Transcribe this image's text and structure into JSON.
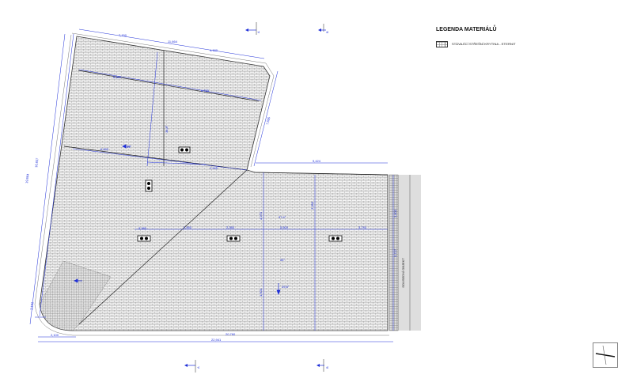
{
  "legend": {
    "title": "LEGENDA MATERIÁLŮ",
    "items": [
      {
        "label": "STÁVAJÍCÍ STŘEŠNÍ KRYTINA - ETERNIT"
      }
    ]
  },
  "section_marks": [
    {
      "label": "A",
      "icon": "section-arrow-icon"
    },
    {
      "label": "A",
      "icon": "section-arrow-icon"
    },
    {
      "label": "B",
      "icon": "section-arrow-icon"
    },
    {
      "label": "B",
      "icon": "section-arrow-icon"
    }
  ],
  "neighbor_label": "SOUSEDNÍ OBJEKT",
  "dimensions": {
    "top_left": "7,150",
    "top_total": "11,664",
    "top_right": "4,180",
    "right_wing_top": "9,424",
    "bottom_left": "2,100",
    "bottom_total": "22,941",
    "bottom_right": "20,760",
    "left_total": "19,664",
    "left_inner": "16,837",
    "left_bottom": "2,152",
    "right_side": "7,655",
    "neighbor_top": "3,800",
    "neighbor_bottom": "5,727",
    "inner_1": "8,580",
    "inner_2": "6,785",
    "inner_3": "6,890",
    "inner_4": "2,945",
    "inner_5": "3,380",
    "inner_6": "2,850",
    "inner_7": "2,380",
    "inner_8": "5,500",
    "inner_9": "3,740",
    "inner_10": "4,970",
    "inner_11": "3,980",
    "inner_12": "4,604"
  },
  "slopes": {
    "s1": "38,8°",
    "s2": "34°",
    "s3": "37,4°",
    "s4": "34°",
    "s5": "29,8°"
  }
}
